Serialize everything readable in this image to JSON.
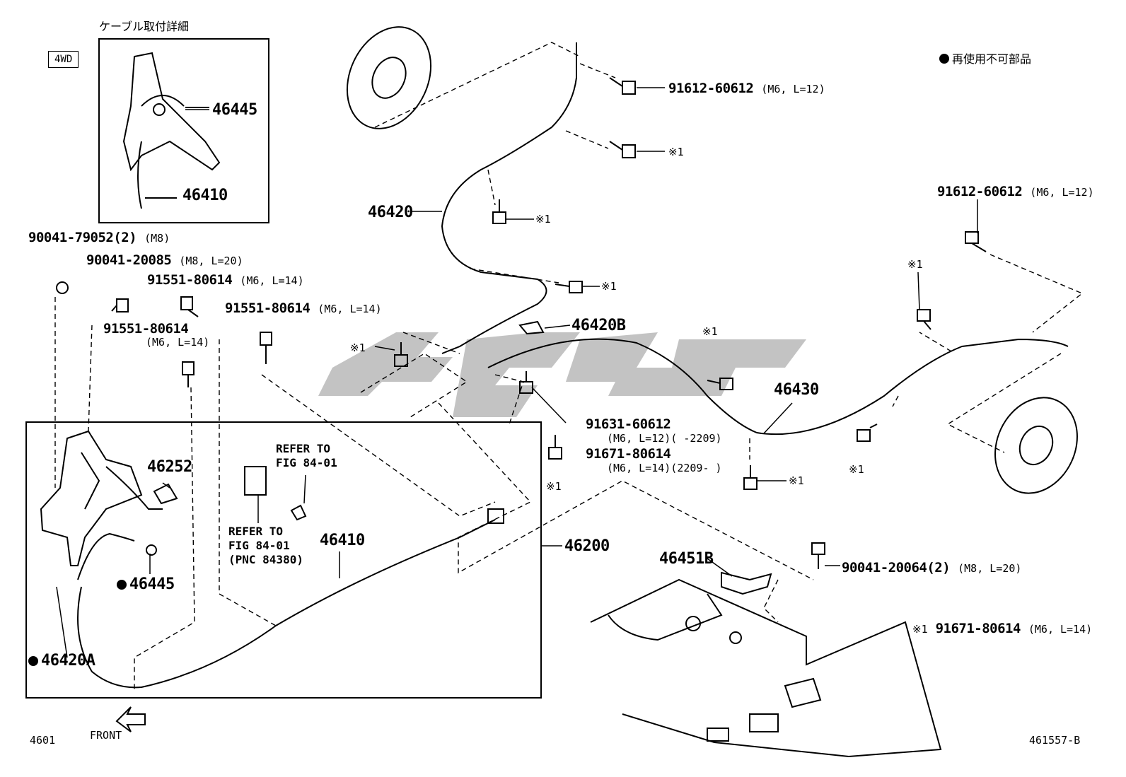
{
  "detail": {
    "title": "ケーブル取付詳細",
    "badge": "4WD",
    "pn_46445": "46445",
    "pn_46410": "46410"
  },
  "legend": {
    "text": "再使用不可部品"
  },
  "parts": {
    "p90041_79052": "90041-79052(2)",
    "p90041_79052_spec": "(M8)",
    "p90041_20085": "90041-20085",
    "p90041_20085_spec": "(M8, L=20)",
    "p91551_a": "91551-80614",
    "p91551_a_spec": "(M6, L=14)",
    "p91551_b": "91551-80614",
    "p91551_b_spec": "(M6, L=14)",
    "p91551_c": "91551-80614",
    "p91551_c_spec": "(M6, L=14)",
    "p91612_top": "91612-60612",
    "p91612_top_spec": "(M6, L=12)",
    "p91612_right": "91612-60612",
    "p91612_right_spec": "(M6, L=12)",
    "p91631": "91631-60612",
    "p91631_spec": "(M6, L=12)(      -2209)",
    "p91671": "91671-80614",
    "p91671_spec": "(M6, L=14)(2209-      )",
    "p90041_20064": "90041-20064(2)",
    "p90041_20064_spec": "(M8, L=20)",
    "note_ref": "※1",
    "note_part": "91671-80614",
    "note_spec": "(M6, L=14)",
    "p46420": "46420",
    "p46420B": "46420B",
    "p46430": "46430",
    "p46252": "46252",
    "p46445": "46445",
    "p46420A": "46420A",
    "p46410": "46410",
    "p46200": "46200",
    "p46451B": "46451B"
  },
  "ref1": {
    "line1": "REFER TO",
    "line2": "FIG 84-01"
  },
  "ref2": {
    "line1": "REFER TO",
    "line2": "FIG 84-01",
    "line3": "(PNC 84380)"
  },
  "marks": {
    "m1": "※1"
  },
  "footer": {
    "left": "4601",
    "front": "FRONT",
    "right": "461557-B"
  }
}
